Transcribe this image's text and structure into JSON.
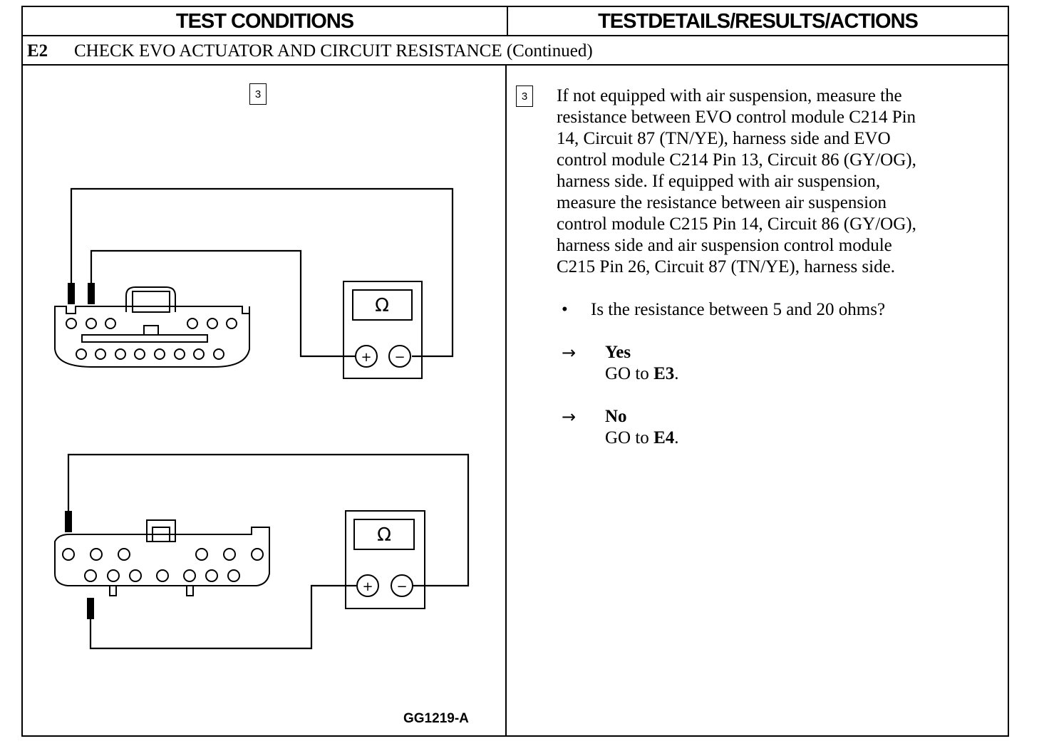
{
  "header": {
    "left_title": "TEST CONDITIONS",
    "right_title": "TESTDETAILS/RESULTS/ACTIONS"
  },
  "section": {
    "code": "E2",
    "title": "CHECK EVO ACTUATOR AND CIRCUIT RESISTANCE (Continued)"
  },
  "conditions": {
    "step_number": "3",
    "meter_symbol": "Ω",
    "plus_symbol": "+",
    "minus_symbol": "−",
    "figure_id": "GG1219-A"
  },
  "details": {
    "step_number": "3",
    "instruction_lines": [
      "If not equipped with air suspension, measure the",
      "resistance between EVO control module C214 Pin",
      "14, Circuit 87 (TN/YE), harness side and EVO",
      "control module C214 Pin 13, Circuit 86 (GY/OG),",
      "harness side. If equipped with air suspension,",
      "measure the resistance between air suspension",
      "control module C215 Pin 14, Circuit 86 (GY/OG),",
      "harness side and air suspension control module",
      "C215 Pin 26, Circuit 87 (TN/YE), harness side."
    ],
    "bullet": "•",
    "question": "Is the resistance between 5 and 20 ohms?",
    "arrow": "→",
    "yes": {
      "label": "Yes",
      "action_prefix": "GO to ",
      "target": "E3",
      "action_suffix": "."
    },
    "no": {
      "label": "No",
      "action_prefix": "GO to ",
      "target": "E4",
      "action_suffix": "."
    }
  }
}
